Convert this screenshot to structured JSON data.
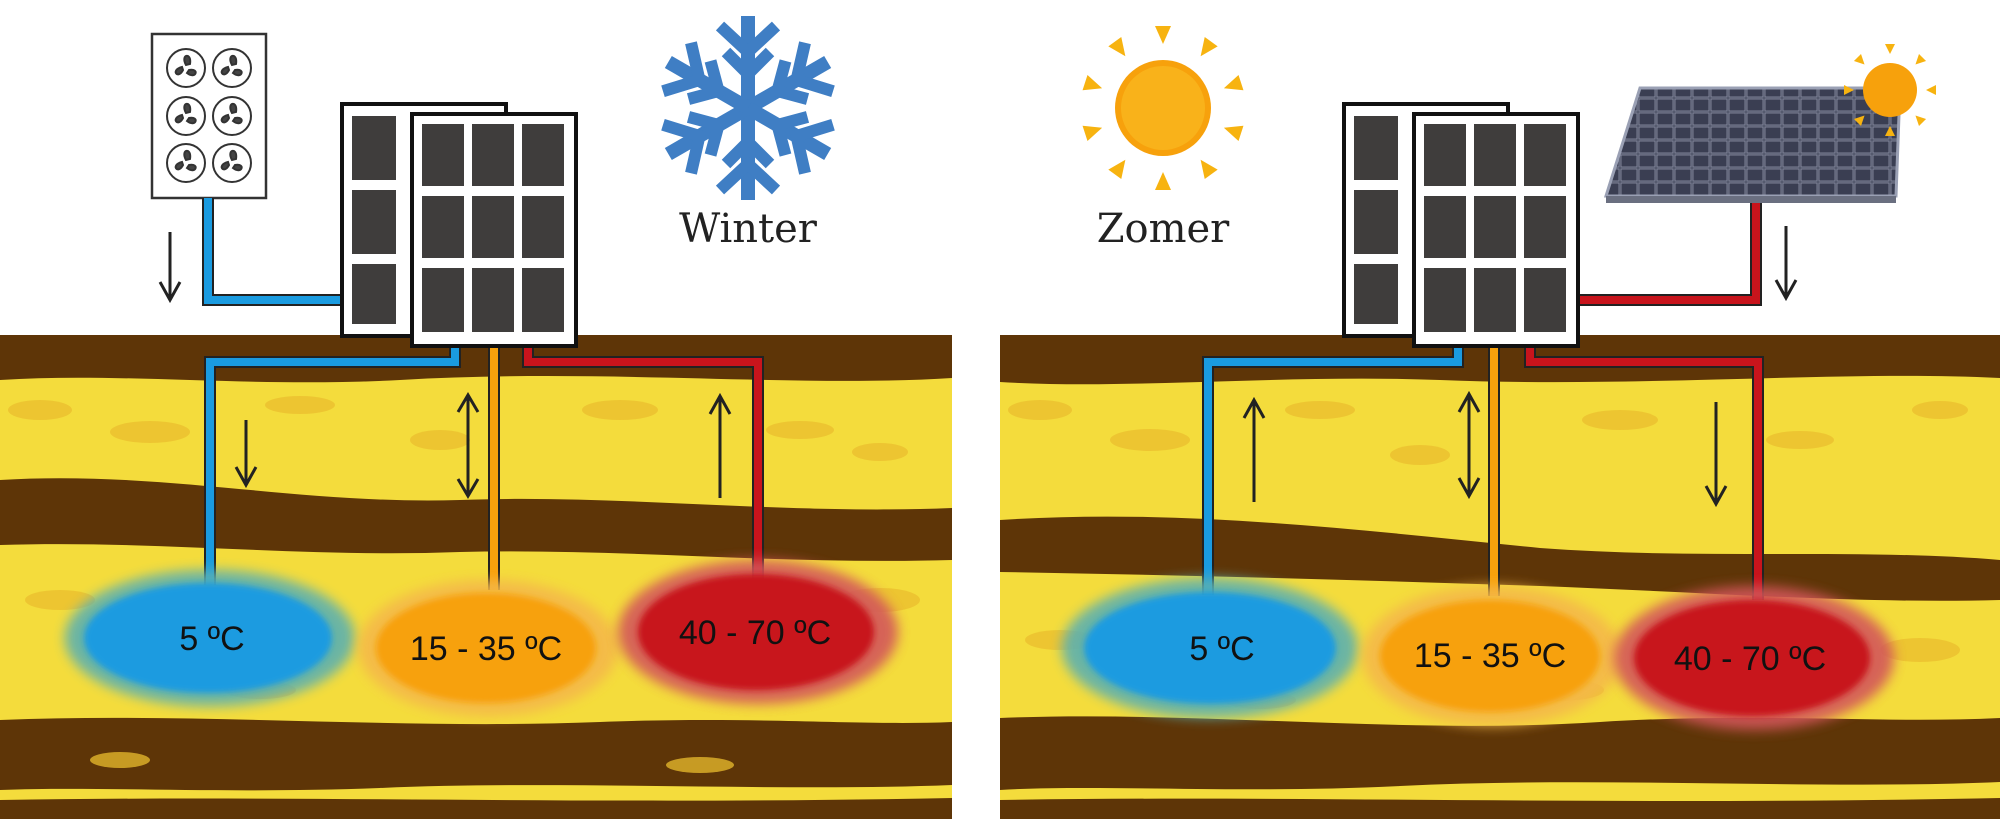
{
  "panels": [
    {
      "season_label": "Winter",
      "season_icon": "snowflake-icon",
      "source_icon": "dry-cooler-fans-icon",
      "reservoirs": [
        {
          "label": "5 ºC",
          "flow": "down",
          "color": "#1a9be0"
        },
        {
          "label": "15 - 35 ºC",
          "flow": "both",
          "color": "#f7a10c"
        },
        {
          "label": "40 - 70 ºC",
          "flow": "up",
          "color": "#c8141c"
        }
      ]
    },
    {
      "season_label": "Zomer",
      "season_icon": "sun-icon",
      "source_icon": "solar-panel-icon",
      "reservoirs": [
        {
          "label": "5 ºC",
          "flow": "up",
          "color": "#1a9be0"
        },
        {
          "label": "15 - 35 ºC",
          "flow": "both",
          "color": "#f7a10c"
        },
        {
          "label": "40 - 70 ºC",
          "flow": "down",
          "color": "#c8141c"
        }
      ]
    }
  ],
  "colors": {
    "soil_dark": "#5e3507",
    "soil_sand": "#f4dc3c",
    "pipe_blue": "#1a9be0",
    "pipe_orange": "#f7a10c",
    "pipe_red": "#c8141c",
    "snowflake": "#3f7ec4",
    "sun": "#f7a10c"
  }
}
